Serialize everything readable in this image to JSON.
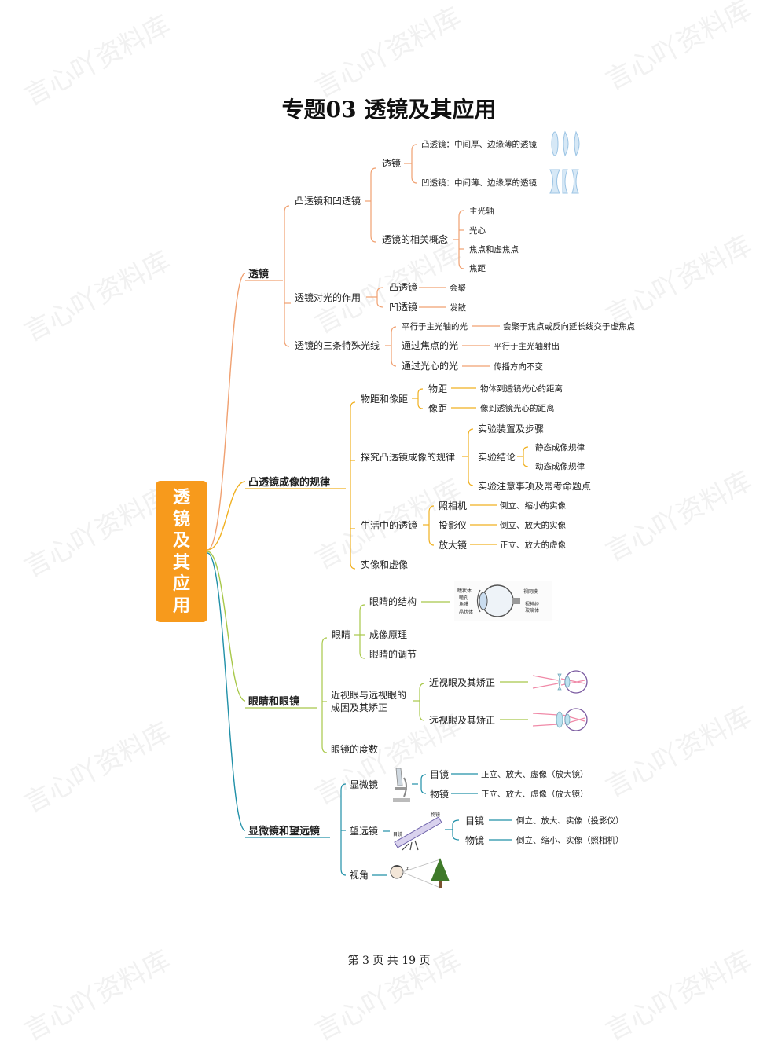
{
  "title": "专题03  透镜及其应用",
  "watermark": "言心吖资料库",
  "root": [
    "透",
    "镜",
    "及",
    "其",
    "应",
    "用"
  ],
  "colors": {
    "orange": "#f0a070",
    "amber": "#f0b020",
    "lime": "#a8c84a",
    "teal": "#2090a8",
    "root": "#f79a1c"
  },
  "branch1": {
    "label": "透镜",
    "sub1": {
      "label": "凸透镜和凹透镜",
      "lens": {
        "label": "透镜",
        "convex": "凸透镜：中间厚、边缘薄的透镜",
        "concave": "凹透镜：中间薄、边缘厚的透镜"
      },
      "concepts": {
        "label": "透镜的相关概念",
        "items": [
          "主光轴",
          "光心",
          "焦点和虚焦点",
          "焦距"
        ]
      }
    },
    "sub2": {
      "label": "透镜对光的作用",
      "convex": "凸透镜",
      "convex_effect": "会聚",
      "concave": "凹透镜",
      "concave_effect": "发散"
    },
    "sub3": {
      "label": "透镜的三条特殊光线",
      "rays": [
        {
          "in": "平行于主光轴的光",
          "out": "会聚于焦点或反向延长线交于虚焦点"
        },
        {
          "in": "通过焦点的光",
          "out": "平行于主光轴射出"
        },
        {
          "in": "通过光心的光",
          "out": "传播方向不变"
        }
      ]
    }
  },
  "branch2": {
    "label": "凸透镜成像的规律",
    "sub1": {
      "label": "物距和像距",
      "a": "物距",
      "a_def": "物体到透镜光心的距离",
      "b": "像距",
      "b_def": "像到透镜光心的距离"
    },
    "sub2": {
      "label": "探究凸透镜成像的规律",
      "setup": "实验装置及步骤",
      "conclusion": "实验结论",
      "static": "静态成像规律",
      "dynamic": "动态成像规律",
      "notes": "实验注意事项及常考命题点"
    },
    "sub3": {
      "label": "生活中的透镜",
      "items": [
        {
          "name": "照相机",
          "image": "倒立、缩小的实像"
        },
        {
          "name": "投影仪",
          "image": "倒立、放大的实像"
        },
        {
          "name": "放大镜",
          "image": "正立、放大的虚像"
        }
      ]
    },
    "sub4": {
      "label": "实像和虚像"
    }
  },
  "branch3": {
    "label": "眼睛和眼镜",
    "eye": {
      "label": "眼睛",
      "structure": "眼睛的结构",
      "principle": "成像原理",
      "adjust": "眼睛的调节",
      "eye_labels": [
        "睫状体",
        "瞳孔",
        "角膜",
        "晶状体",
        "视网膜",
        "视神经",
        "玻璃体"
      ]
    },
    "vision": {
      "label_line1": "近视眼与远视眼的",
      "label_line2": "成因及其矫正",
      "myopia": "近视眼及其矫正",
      "hyperopia": "远视眼及其矫正"
    },
    "degree": "眼镜的度数"
  },
  "branch4": {
    "label": "显微镜和望远镜",
    "microscope": {
      "label": "显微镜",
      "eyepiece": "目镜",
      "eyepiece_image": "正立、放大、虚像（放大镜）",
      "objective": "物镜",
      "objective_image": "正立、放大、虚像（放大镜）"
    },
    "telescope": {
      "label": "望远镜",
      "img_obj": "物镜",
      "img_eye": "目镜",
      "eyepiece": "目镜",
      "eyepiece_image": "倒立、放大、实像（投影仪）",
      "objective": "物镜",
      "objective_image": "倒立、缩小、实像（照相机）"
    },
    "angle": {
      "label": "视角",
      "alpha": "α"
    }
  },
  "footer": "第 3 页 共 19 页"
}
